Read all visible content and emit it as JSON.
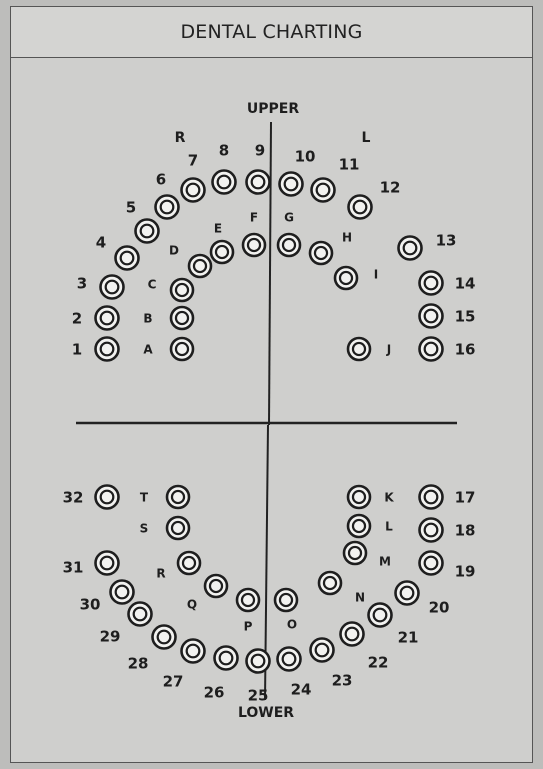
{
  "title": "DENTAL CHARTING",
  "labels": {
    "upper": "UPPER",
    "lower": "LOWER",
    "right": "R",
    "left": "L"
  },
  "adult_upper": [
    "1",
    "2",
    "3",
    "4",
    "5",
    "6",
    "7",
    "8",
    "9",
    "10",
    "11",
    "12",
    "13",
    "14",
    "15",
    "16"
  ],
  "adult_lower": [
    "17",
    "18",
    "19",
    "20",
    "21",
    "22",
    "23",
    "24",
    "25",
    "26",
    "27",
    "28",
    "29",
    "30",
    "31",
    "32"
  ],
  "primary_upper": [
    "A",
    "B",
    "C",
    "D",
    "E",
    "F",
    "G",
    "H",
    "I",
    "J"
  ],
  "primary_lower": [
    "K",
    "L",
    "M",
    "N",
    "O",
    "P",
    "Q",
    "R",
    "S",
    "T"
  ]
}
